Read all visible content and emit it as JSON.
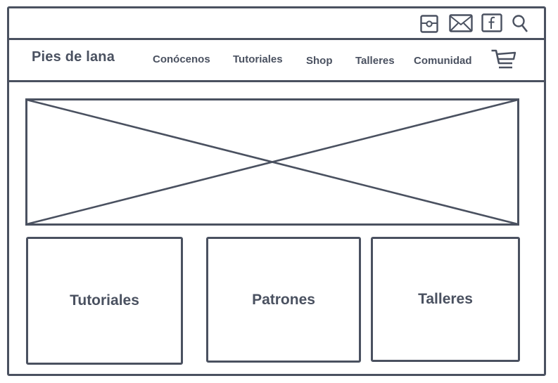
{
  "brand": {
    "name": "Pies de lana"
  },
  "topbar": {
    "icons": [
      "instagram-icon",
      "mail-icon",
      "facebook-icon",
      "search-icon"
    ]
  },
  "nav": {
    "items": [
      {
        "label": "Conócenos"
      },
      {
        "label": "Tutoriales"
      },
      {
        "label": "Shop"
      },
      {
        "label": "Talleres"
      },
      {
        "label": "Comunidad"
      }
    ],
    "cart_icon": "cart-icon"
  },
  "hero": {
    "icon": "image-placeholder"
  },
  "cards": [
    {
      "label": "Tutoriales"
    },
    {
      "label": "Patrones"
    },
    {
      "label": "Talleres"
    }
  ],
  "colors": {
    "stroke": "#4a5160",
    "background": "#ffffff"
  }
}
